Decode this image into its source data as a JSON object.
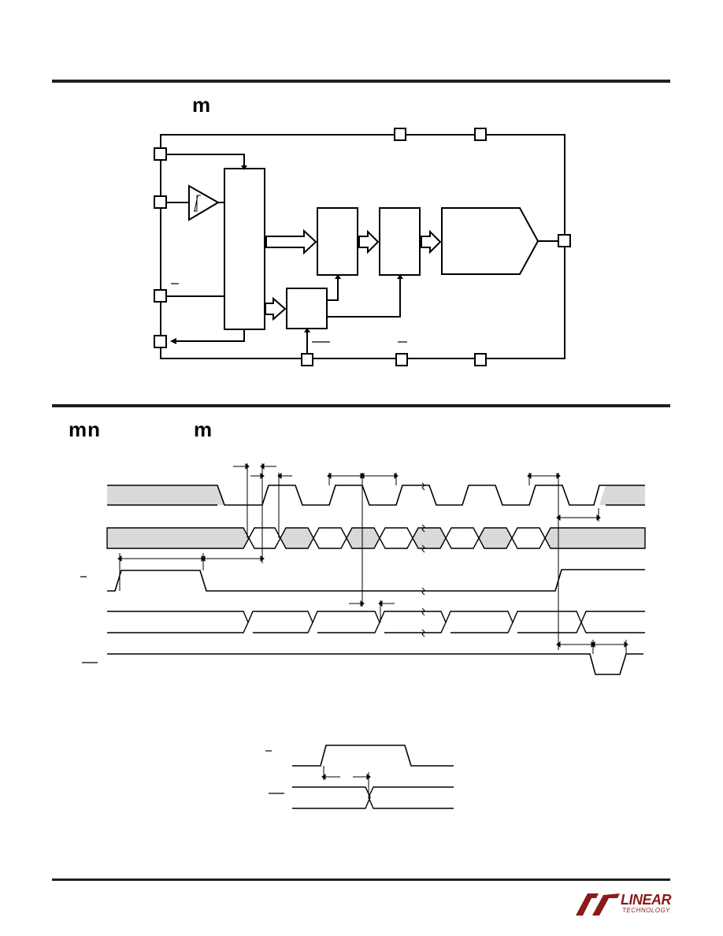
{
  "header": {
    "section1_title": "m",
    "section2_title_left": "mn",
    "section2_title_right": "m"
  },
  "footer": {
    "logo_main": "LINEAR",
    "logo_sub": "TECHNOLOGY"
  },
  "colors": {
    "rule": "#231f20",
    "shade": "#d9d9d9",
    "logo": "#8b1a1a"
  }
}
